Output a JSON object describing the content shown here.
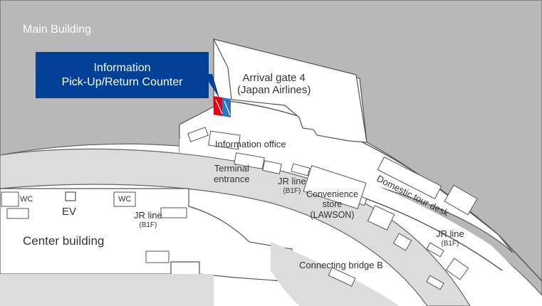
{
  "map": {
    "colors": {
      "terminal_fill": "#b8b8b8",
      "walkway_fill": "#dcdcdc",
      "building_fill": "#ffffff",
      "outline": "#555555",
      "callout_bg": "#004097",
      "callout_text": "#ffffff",
      "marker_red": "#e60012",
      "marker_blue": "#2f73c9"
    },
    "labels": {
      "main_building": "Main Building",
      "center_building": "Center building",
      "arrival_gate_line1": "Arrival gate 4",
      "arrival_gate_line2": "(Japan Airlines)",
      "information_office": "Information office",
      "terminal_line1": "Terminal",
      "terminal_line2": "entrance",
      "jr_line": "JR line",
      "b1f": "(B1F)",
      "convenience_line1": "Convenience",
      "convenience_line2": "store",
      "convenience_line3": "(LAWSON)",
      "connecting_bridge": "Connecting bridge B",
      "domestic_tour_desk": "Domestic tour desk",
      "wc": "WC",
      "ev": "EV"
    },
    "callout": {
      "line1": "Information",
      "line2": "Pick-Up/Return Counter"
    }
  }
}
